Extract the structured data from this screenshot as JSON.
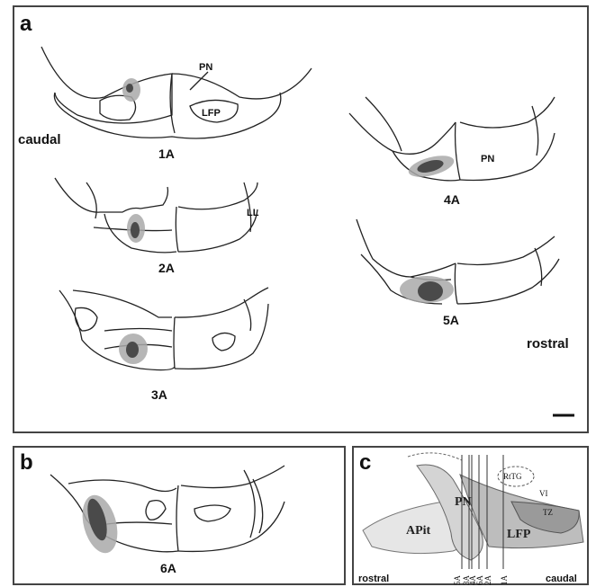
{
  "panel_a": {
    "letter": "a",
    "sections": {
      "s1": "1A",
      "s2": "2A",
      "s3": "3A",
      "s4": "4A",
      "s5": "5A"
    },
    "structure_labels": {
      "pn_1a": "PN",
      "lfp_1a": "LFP",
      "pn_4a": "PN",
      "ll_2a": "LL"
    },
    "orientation": {
      "caudal": "caudal",
      "rostral": "rostral"
    }
  },
  "panel_b": {
    "letter": "b",
    "section": "6A"
  },
  "panel_c": {
    "letter": "c",
    "labels": {
      "ritg": "RtTG",
      "vi": "VI",
      "tz": "TZ",
      "pn": "PN",
      "apit": "APit",
      "lfp": "LFP"
    },
    "section_lines": [
      "5A",
      "3A",
      "4A",
      "6A",
      "2A",
      "1A"
    ],
    "orientation": {
      "rostral": "rostral",
      "caudal": "caudal"
    }
  },
  "colors": {
    "outline": "#222222",
    "lesion_core": "#4a4a4a",
    "lesion_halo": "#a9a9a9",
    "border": "#444444"
  }
}
